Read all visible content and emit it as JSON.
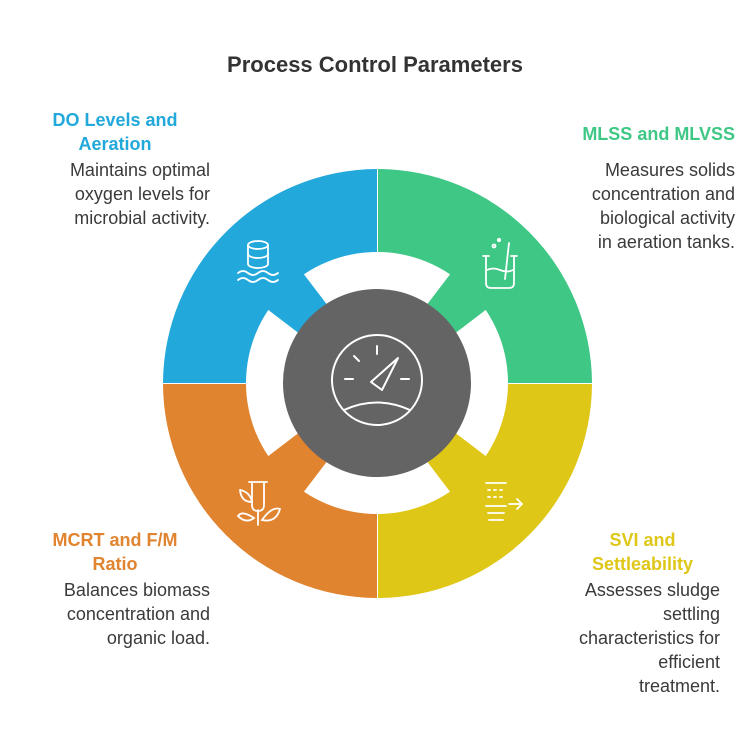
{
  "title": "Process Control Parameters",
  "colors": {
    "blue": "#22a8da",
    "green": "#3ec785",
    "orange": "#e08430",
    "yellow": "#dfc717",
    "center": "#646464"
  },
  "center_icon": "speedometer-gauge-icon",
  "segments": {
    "top_left": {
      "heading": "DO Levels and Aeration",
      "heading_lines": [
        "DO Levels and",
        "Aeration"
      ],
      "description_lines": [
        "Maintains optimal",
        "oxygen levels for",
        "microbial activity."
      ],
      "icon": "water-tank-waves-icon"
    },
    "top_right": {
      "heading": "MLSS and MLVSS",
      "description_lines": [
        "Measures solids",
        "concentration and",
        "biological activity",
        "in aeration tanks."
      ],
      "icon": "beaker-stirrer-icon"
    },
    "bottom_left": {
      "heading": "MCRT and F/M Ratio",
      "heading_lines": [
        "MCRT and F/M",
        "Ratio"
      ],
      "description_lines": [
        "Balances biomass",
        "concentration and",
        "organic load."
      ],
      "icon": "test-tube-plant-icon"
    },
    "bottom_right": {
      "heading": "SVI and Settleability",
      "heading_lines": [
        "SVI and",
        "Settleability"
      ],
      "description_lines": [
        "Assesses sludge",
        "settling",
        "characteristics for",
        "efficient",
        "treatment."
      ],
      "icon": "settling-arrow-icon"
    }
  }
}
